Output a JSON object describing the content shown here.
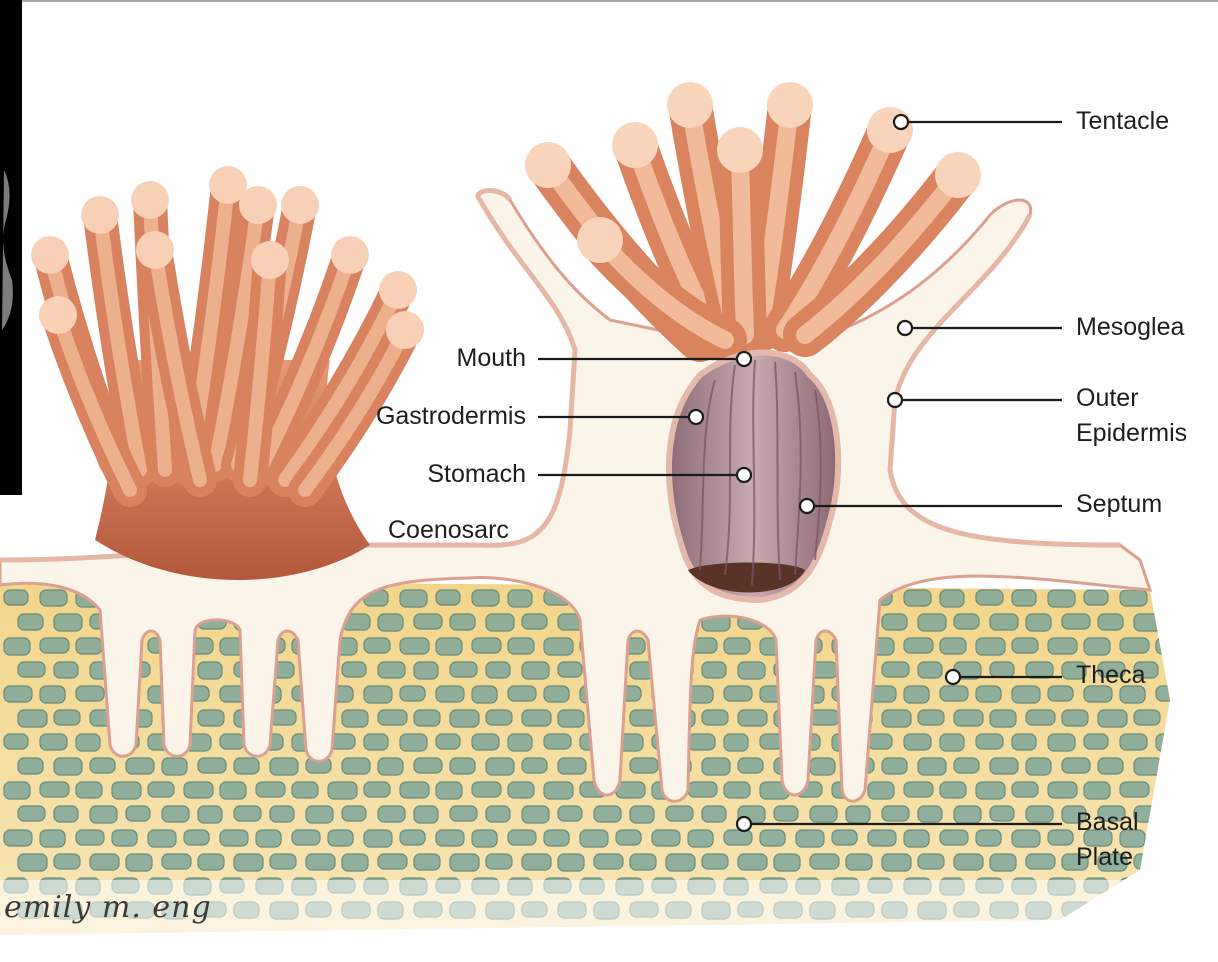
{
  "labels": {
    "tentacle": "Tentacle",
    "mesoglea": "Mesoglea",
    "outer_epidermis_line1": "Outer",
    "outer_epidermis_line2": "Epidermis",
    "septum": "Septum",
    "theca": "Theca",
    "basal_plate_line1": "Basal",
    "basal_plate_line2": "Plate",
    "mouth": "Mouth",
    "gastrodermis": "Gastrodermis",
    "stomach": "Stomach",
    "coenosarc": "Coenosarc"
  },
  "signature": "emily m. eng",
  "colors": {
    "tentacle": "#e8a07c",
    "tissue": "#fbf3e6",
    "skeleton_cell": "#7fa79a",
    "skeleton_bg": "#f0cd7a",
    "stomach": "#a98a93",
    "leader": "#1b1b1b"
  }
}
